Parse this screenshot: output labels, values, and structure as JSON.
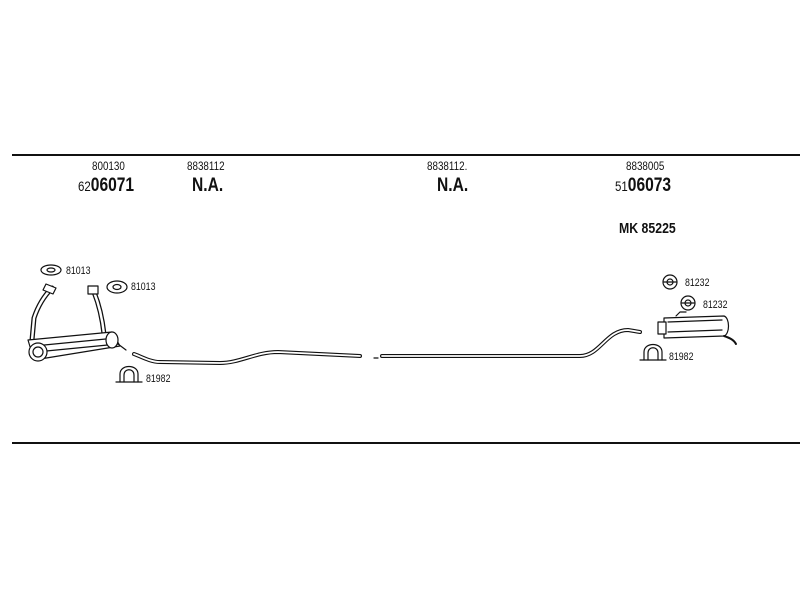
{
  "sections": [
    {
      "ref": "800130",
      "prefix": "62",
      "code": "06071"
    },
    {
      "ref": "8838112",
      "code": "N.A."
    },
    {
      "ref": "8838112.",
      "code": "N.A."
    },
    {
      "ref": "8838005",
      "prefix": "51",
      "code": "06073",
      "extra": "MK  85225"
    }
  ],
  "callouts": {
    "gasket_a": "81013",
    "gasket_b": "81013",
    "clamp_front": "81982",
    "ring_a": "81232",
    "ring_b": "81232",
    "clamp_rear": "81982"
  },
  "icons": {
    "gasket": "oval-gasket-icon",
    "clamp": "u-clamp-icon",
    "ring": "rubber-ring-icon"
  },
  "colors": {
    "ink": "#111111",
    "background": "#ffffff"
  }
}
